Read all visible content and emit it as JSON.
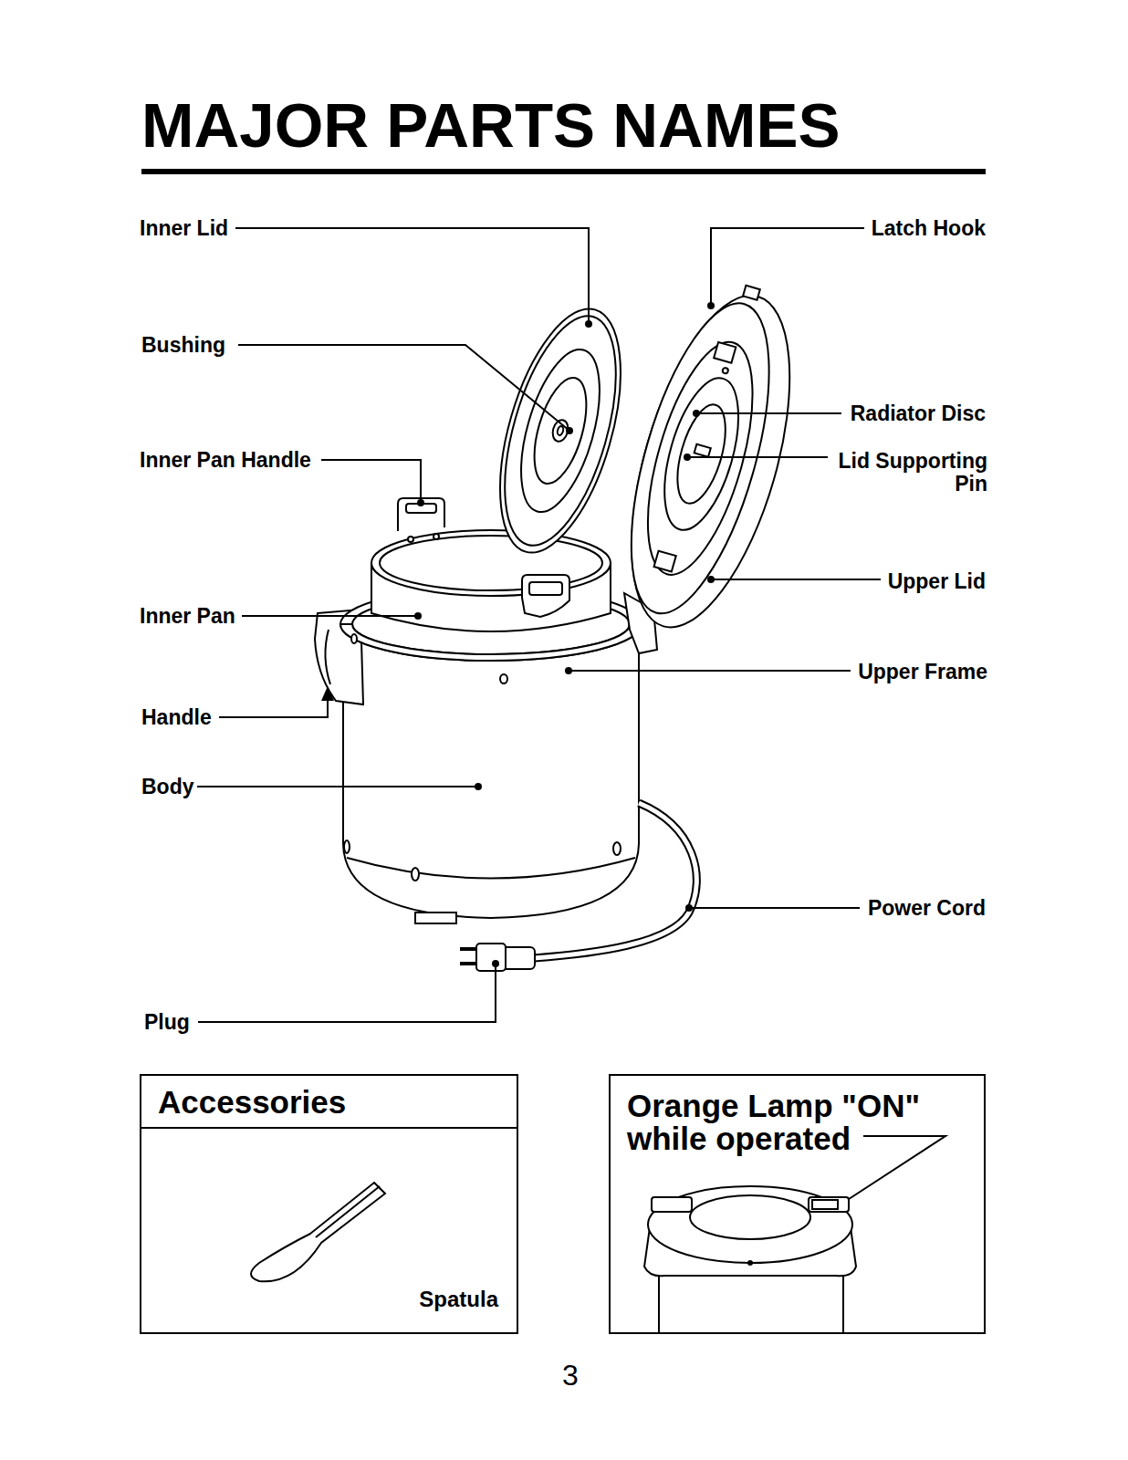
{
  "diagram": {
    "title": "MAJOR PARTS NAMES",
    "nodes": [
      {
        "text": [
          "Accessories",
          "Spatula"
        ]
      },
      {
        "text": [
          "Orange Lamp \"ON\" while operated"
        ]
      }
    ],
    "labels": [
      "Inner Lid",
      "Bushing",
      "Inner Pan Handle",
      "Inner Pan",
      "Handle",
      "Body",
      "Plug",
      "Latch Hook",
      "Radiator Disc",
      "Lid Supporting Pin",
      "Upper Lid",
      "Upper Frame",
      "Power Cord",
      "3"
    ]
  }
}
